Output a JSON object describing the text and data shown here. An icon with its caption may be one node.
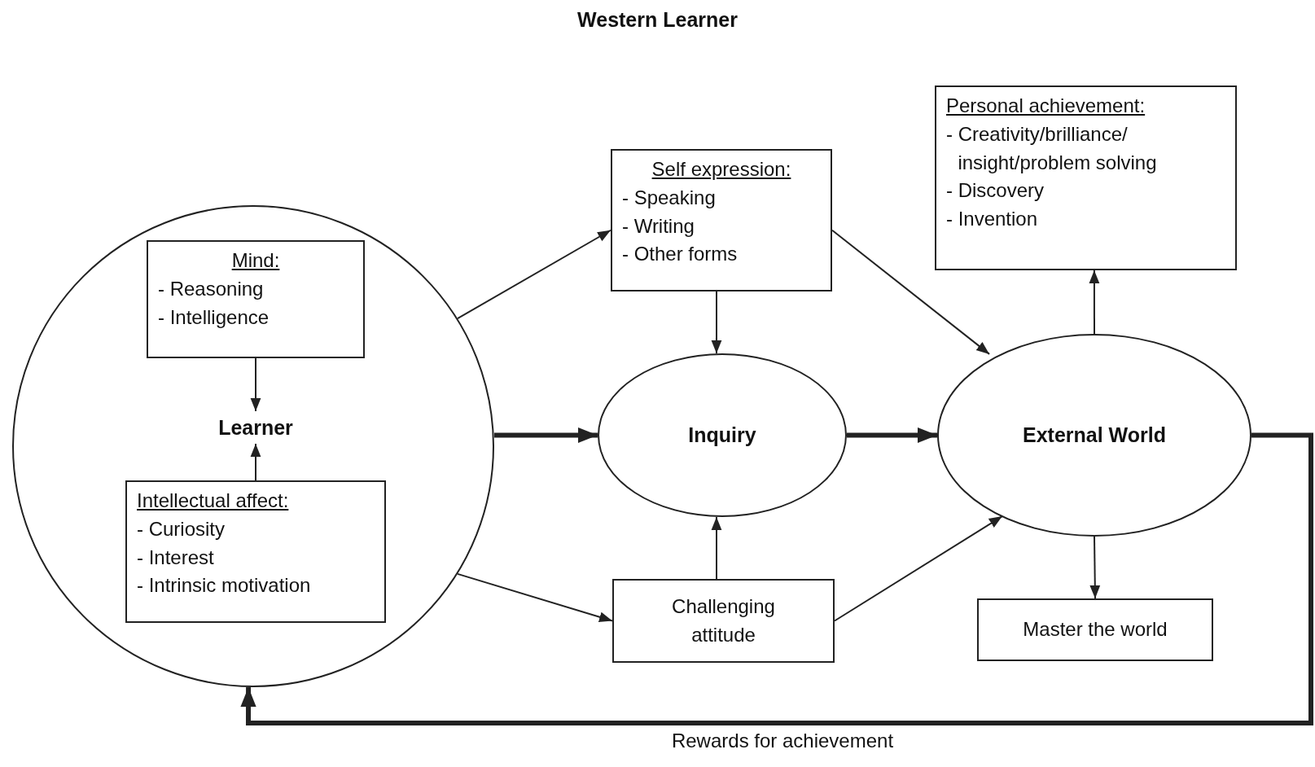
{
  "diagram": {
    "title": "Western Learner",
    "nodes": [
      {
        "text": [],
        "shape": "circle"
      },
      {
        "text": [
          "Mind:",
          "- Reasoning",
          "- Intelligence"
        ],
        "in": 0
      },
      {
        "text": [
          "Learner"
        ],
        "in": 0
      },
      {
        "text": [
          "Intellectual affect:",
          "- Curiosity",
          "- Interest",
          "- Intrinsic motivation"
        ],
        "in": 0
      },
      {
        "text": [
          "Self expression:",
          "- Speaking",
          "- Writing",
          "- Other forms"
        ]
      },
      {
        "text": [
          "Inquiry"
        ]
      },
      {
        "text": [
          "Challenging attitude"
        ]
      },
      {
        "text": [
          "Personal achievement:",
          "- Creativity/brilliance/ insight/problem solving",
          "- Discovery",
          "- Invention"
        ]
      },
      {
        "text": [
          "External World"
        ]
      },
      {
        "text": [
          "Master the world"
        ]
      }
    ],
    "edges": [
      {
        "from": 1,
        "to": 2,
        "arrow": "to"
      },
      {
        "from": 3,
        "to": 2,
        "arrow": "to"
      },
      {
        "from": 0,
        "to": 4,
        "arrow": "to"
      },
      {
        "from": 0,
        "to": 5,
        "arrow": "to",
        "style": "thick"
      },
      {
        "from": 0,
        "to": 6,
        "arrow": "to"
      },
      {
        "from": 4,
        "to": 5,
        "arrow": "to"
      },
      {
        "from": 6,
        "to": 5,
        "arrow": "to"
      },
      {
        "from": 4,
        "to": 8,
        "arrow": "to"
      },
      {
        "from": 5,
        "to": 8,
        "arrow": "to",
        "style": "thick"
      },
      {
        "from": 6,
        "to": 8,
        "arrow": "to"
      },
      {
        "from": 8,
        "to": 7,
        "arrow": "to"
      },
      {
        "from": 8,
        "to": 9,
        "arrow": "to"
      },
      {
        "from": 8,
        "to": 0,
        "arrow": "to",
        "label": "Rewards for achievement",
        "style": "thick"
      }
    ]
  }
}
